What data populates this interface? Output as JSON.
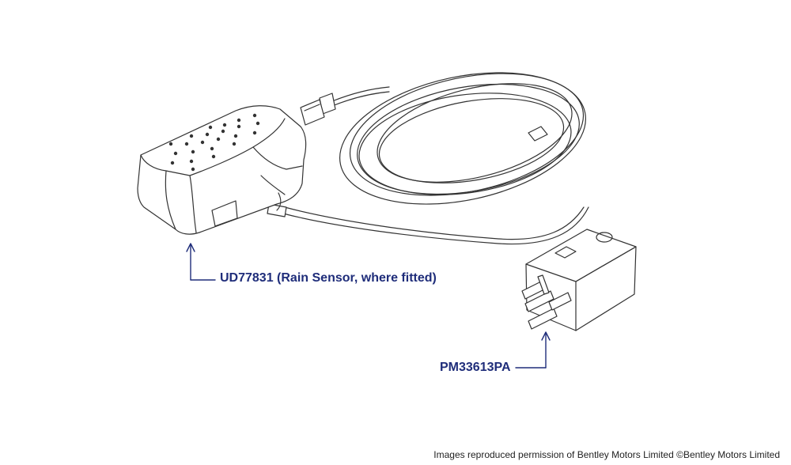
{
  "callouts": {
    "rain_sensor": "UD77831 (Rain Sensor, where fitted)",
    "relay": "PM33613PA"
  },
  "footer": {
    "copyright": "Images reproduced permission of Bentley Motors Limited ©Bentley Motors Limited"
  },
  "colors": {
    "callout": "#1f2d7a",
    "line_art": "#333333"
  }
}
